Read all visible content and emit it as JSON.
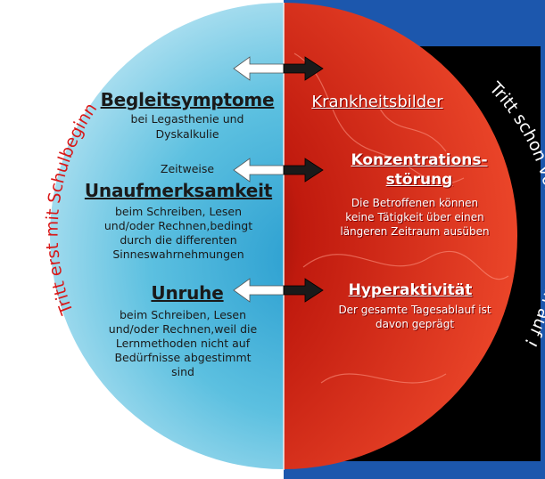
{
  "side_labels": {
    "left": "Tritt erst mit Schulbeginn auf !",
    "right": "Tritt schon vor Schulbeginn auf !"
  },
  "left": {
    "begleit_heading": "Begleitsymptome",
    "begleit_line1": "bei Legasthenie und",
    "begleit_line2": "Dyskalkulie",
    "zeitweise": "Zeitweise",
    "unaufmerksamkeit_heading": "Unaufmerksamkeit",
    "unaufmerksamkeit_line1": "beim Schreiben, Lesen",
    "unaufmerksamkeit_line2": "und/oder Rechnen,bedingt",
    "unaufmerksamkeit_line3": "durch die differenten",
    "unaufmerksamkeit_line4": "Sinneswahrnehmungen",
    "unruhe_heading": "Unruhe",
    "unruhe_line1": "beim Schreiben, Lesen",
    "unruhe_line2": "und/oder Rechnen,weil die",
    "unruhe_line3": "Lernmethoden nicht auf",
    "unruhe_line4": "Bedürfnisse abgestimmt",
    "unruhe_line5": "sind"
  },
  "right": {
    "krankheitsbilder_heading": "Krankheitsbilder",
    "konzentration_heading_1": "Konzentrations-",
    "konzentration_heading_2": "störung",
    "konzentration_line1": "Die Betroffenen können",
    "konzentration_line2": "keine Tätigkeit über einen",
    "konzentration_line3": "längeren Zeitraum ausüben",
    "hyper_heading": "Hyperaktivität",
    "hyper_line1": "Der gesamte Tagesablauf ist",
    "hyper_line2": "davon geprägt"
  },
  "colors": {
    "left_half": "#5cc0e0",
    "right_half": "#d8291a",
    "side_label_left": "#d81818",
    "side_label_right": "#ffffff"
  }
}
